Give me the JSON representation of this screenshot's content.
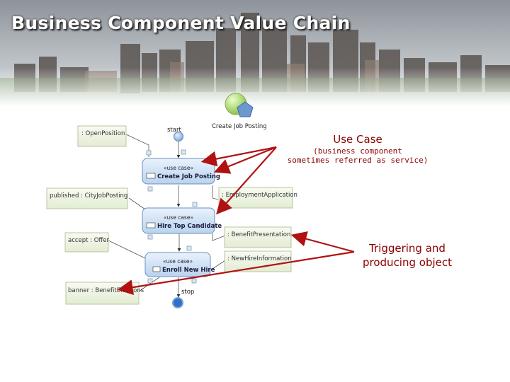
{
  "slide": {
    "title": "Business Component Value Chain"
  },
  "diagram": {
    "start_label": "start",
    "stop_label": "stop",
    "top_process_label": "Create Job Posting",
    "use_cases": [
      {
        "stereotype": "«use case»",
        "name": "Create Job Posting"
      },
      {
        "stereotype": "«use case»",
        "name": "Hire Top Candidate"
      },
      {
        "stereotype": "«use case»",
        "name": "Enroll New Hire"
      }
    ],
    "objects": {
      "open_position": ": OpenPosition",
      "published": "published : CityJobPosting",
      "employment_application": ": EmploymentApplication",
      "benefit_presentation": ": BenefitPresentation",
      "accept": "accept : Offer",
      "new_hire_information": ": NewHireInformation",
      "banner": "banner : BenefitElections"
    }
  },
  "annotations": {
    "use_case_title": "Use Case",
    "use_case_sub1": "(business component",
    "use_case_sub2": "sometimes referred as service)",
    "trigger_line1": "Triggering and",
    "trigger_line2": "producing object"
  },
  "colors": {
    "arrow": "#b01212",
    "annotation": "#8b0000",
    "object_fill": "#eef3e4",
    "use_case_fill": "#cfe2f7"
  }
}
